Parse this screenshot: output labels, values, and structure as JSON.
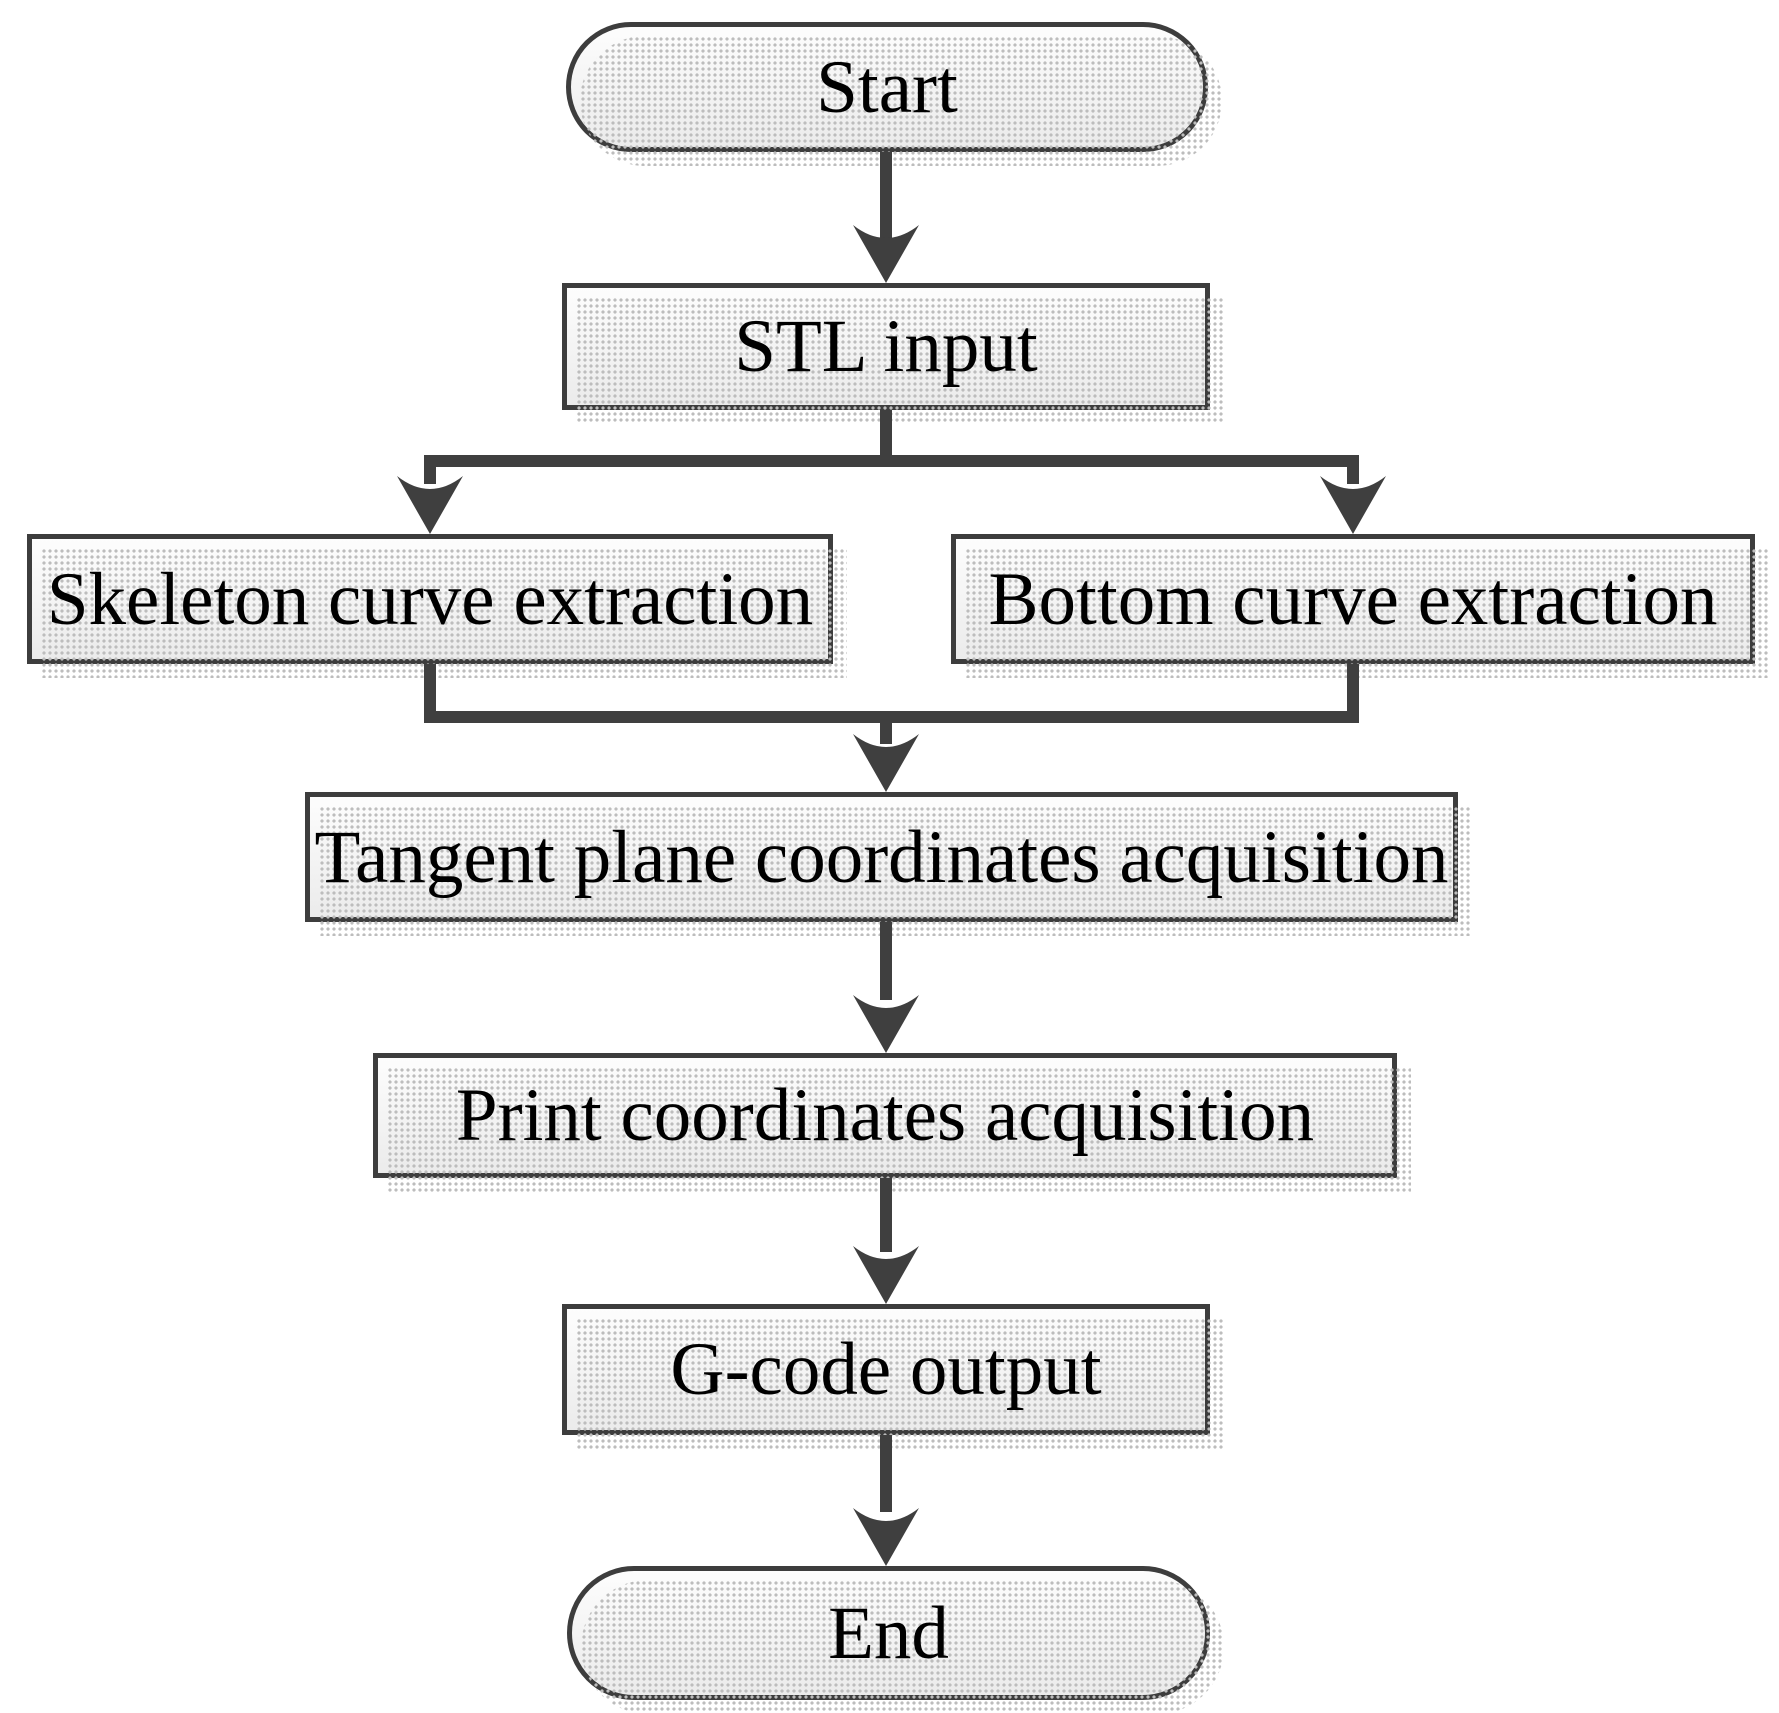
{
  "diagram": {
    "type": "flowchart",
    "nodes": {
      "start": {
        "label": "Start",
        "shape": "terminator"
      },
      "stl": {
        "label": "STL input",
        "shape": "process"
      },
      "skeleton": {
        "label": "Skeleton curve extraction",
        "shape": "process"
      },
      "bottom": {
        "label": "Bottom curve extraction",
        "shape": "process"
      },
      "tangent": {
        "label": "Tangent plane coordinates acquisition",
        "shape": "process"
      },
      "print": {
        "label": "Print coordinates acquisition",
        "shape": "process"
      },
      "gcode": {
        "label": "G-code output",
        "shape": "process"
      },
      "end": {
        "label": "End",
        "shape": "terminator"
      }
    },
    "edges": [
      {
        "from": "start",
        "to": "stl"
      },
      {
        "from": "stl",
        "to": "skeleton"
      },
      {
        "from": "stl",
        "to": "bottom"
      },
      {
        "from": "skeleton",
        "to": "tangent"
      },
      {
        "from": "bottom",
        "to": "tangent"
      },
      {
        "from": "tangent",
        "to": "print"
      },
      {
        "from": "print",
        "to": "gcode"
      },
      {
        "from": "gcode",
        "to": "end"
      }
    ],
    "colors": {
      "line": "#3f3f3f",
      "border": "#3d3d3d",
      "fill_top": "#fdfdfd",
      "fill_bottom": "#ebebeb",
      "shadow": "#bdbdbd",
      "text": "#000000",
      "background": "#ffffff"
    }
  }
}
